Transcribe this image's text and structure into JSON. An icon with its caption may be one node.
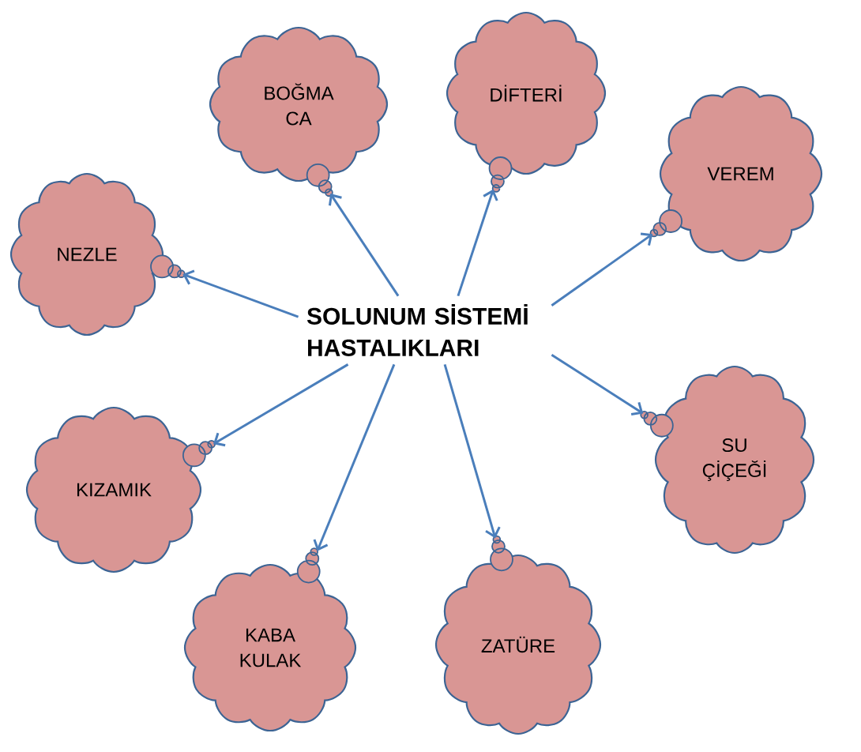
{
  "diagram": {
    "nodes": [
      {
        "text": [
          "SOLUNUM SİSTEMİ HASTALIKLARI"
        ]
      },
      {
        "text": [
          "BOĞMA CA"
        ]
      },
      {
        "text": [
          "DİFTERİ"
        ]
      },
      {
        "text": [
          "VEREM"
        ]
      },
      {
        "text": [
          "NEZLE"
        ]
      },
      {
        "text": [
          "SU ÇİÇEĞİ"
        ]
      },
      {
        "text": [
          "KIZAMIK"
        ]
      },
      {
        "text": [
          "KABA KULAK"
        ]
      },
      {
        "text": [
          "ZATÜRE"
        ]
      }
    ],
    "edges": [
      {
        "from": 0,
        "to": 1,
        "arrow": "to"
      },
      {
        "from": 0,
        "to": 2,
        "arrow": "to"
      },
      {
        "from": 0,
        "to": 3,
        "arrow": "to"
      },
      {
        "from": 0,
        "to": 4,
        "arrow": "to"
      },
      {
        "from": 0,
        "to": 5,
        "arrow": "to"
      },
      {
        "from": 0,
        "to": 6,
        "arrow": "to"
      },
      {
        "from": 0,
        "to": 7,
        "arrow": "to"
      },
      {
        "from": 0,
        "to": 8,
        "arrow": "to"
      }
    ]
  }
}
